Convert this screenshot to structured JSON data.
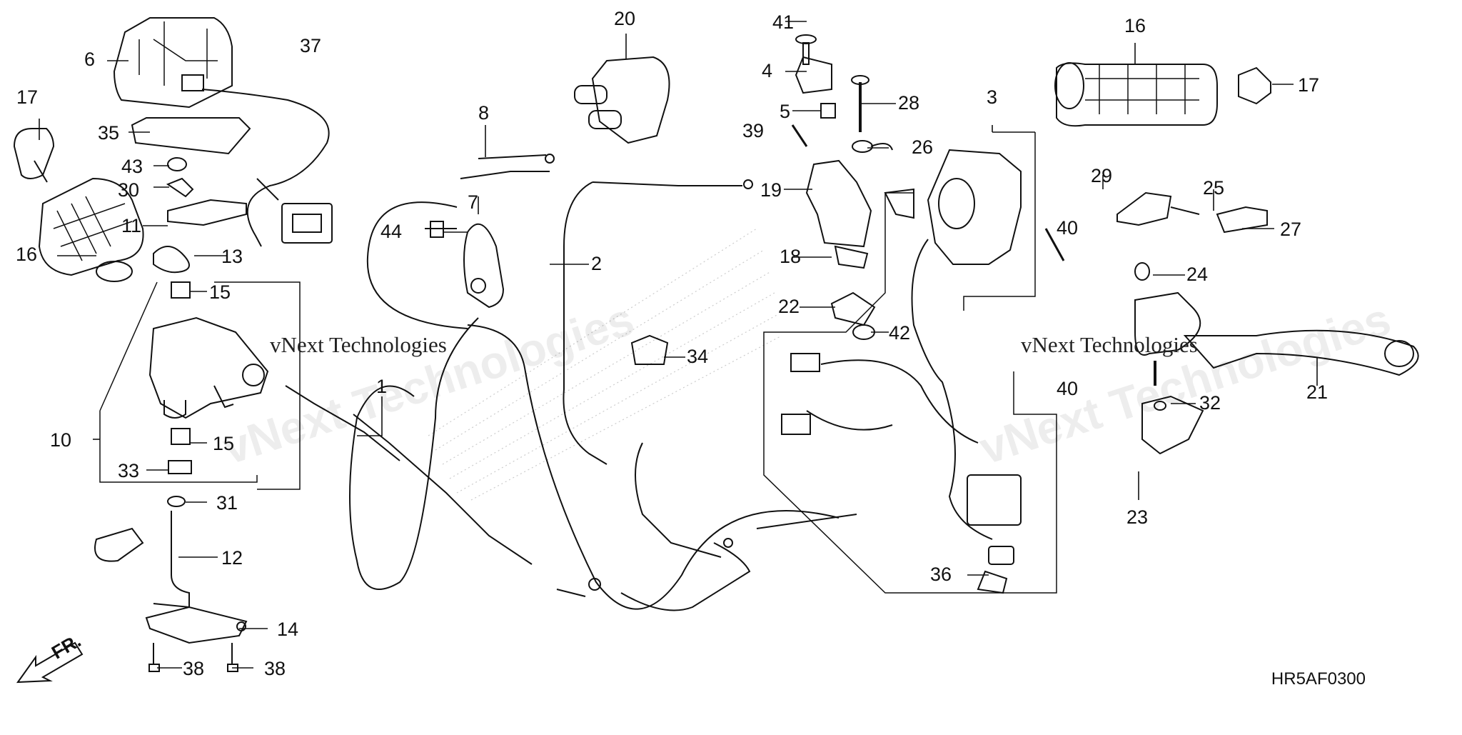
{
  "diagram": {
    "code": "HR5AF0300",
    "front_marker": "FR.",
    "watermark": "vNext Technologies",
    "callouts": [
      "1",
      "2",
      "3",
      "4",
      "5",
      "6",
      "7",
      "8",
      "10",
      "11",
      "12",
      "13",
      "14",
      "15",
      "15",
      "16",
      "16",
      "17",
      "17",
      "18",
      "19",
      "20",
      "21",
      "22",
      "23",
      "24",
      "25",
      "26",
      "27",
      "28",
      "29",
      "30",
      "31",
      "32",
      "33",
      "34",
      "35",
      "36",
      "37",
      "38",
      "38",
      "39",
      "40",
      "40",
      "41",
      "42",
      "43",
      "44"
    ]
  }
}
